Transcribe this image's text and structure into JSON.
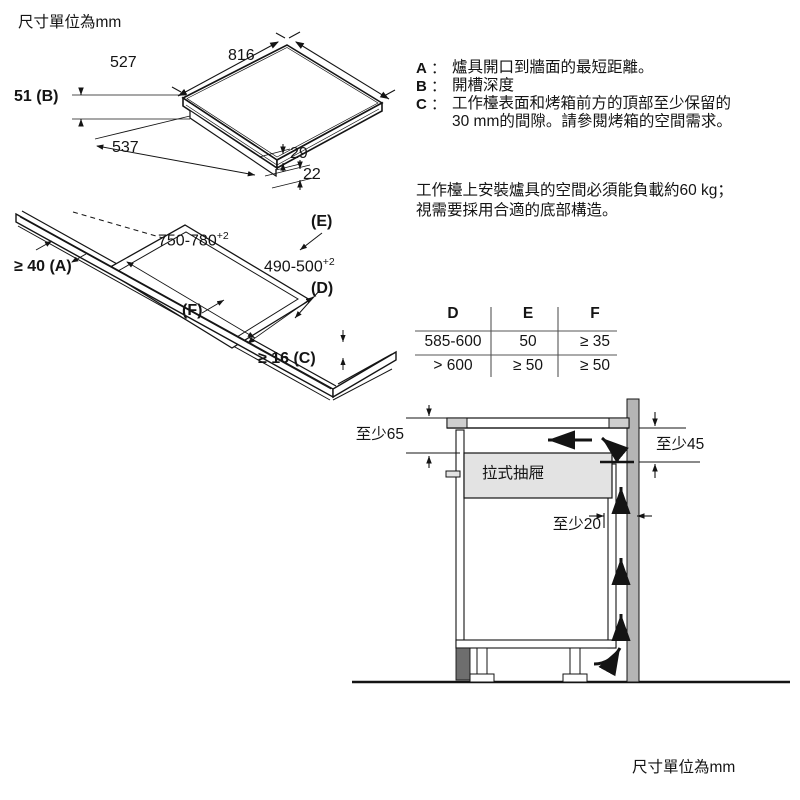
{
  "page": {
    "unit_note_top": "尺寸單位為mm",
    "unit_note_bottom": "尺寸單位為mm"
  },
  "hob_iso": {
    "width_label": "816",
    "depth_label": "527",
    "height_label": "51 (B)",
    "inner_depth_label": "537",
    "lip_29_label": "29",
    "lip_22_label": "22"
  },
  "cutout_iso": {
    "cutout_width": "750-780",
    "cutout_width_tol": "+2",
    "cutout_depth": "490-500",
    "cutout_depth_tol": "+2",
    "dist_a": "≥ 40 (A)",
    "dist_c": "≥ 16 (C)",
    "marker_d": "(D)",
    "marker_e": "(E)",
    "marker_f": "(F)"
  },
  "legend": {
    "items": [
      {
        "key": "A",
        "colon": "：",
        "lines": [
          "爐具開口到牆面的最短距離。"
        ]
      },
      {
        "key": "B",
        "colon": "：",
        "lines": [
          "開槽深度"
        ]
      },
      {
        "key": "C",
        "colon": "：",
        "lines": [
          "工作檯表面和烤箱前方的頂部至少保留的",
          "30 mm的間隙。請參閱烤箱的空間需求。"
        ]
      }
    ],
    "a_text": "爐具開口到牆面的最短距離。",
    "b_text": "開槽深度",
    "c_text_line1": "工作檯表面和烤箱前方的頂部至少保留的",
    "c_text_line2": "30 mm的間隙。請參閱烤箱的空間需求。"
  },
  "load_note": {
    "line1": "工作檯上安裝爐具的空間必須能負載約60 kg；",
    "line2": "視需要採用合適的底部構造。"
  },
  "table": {
    "headers": [
      "D",
      "E",
      "F"
    ],
    "rows": [
      [
        "585-600",
        "50",
        "≥ 35"
      ],
      [
        "> 600",
        "≥ 50",
        "≥ 50"
      ]
    ]
  },
  "cross_section": {
    "top_clearance": "至少65",
    "wall_clearance": "至少45",
    "rear_gap": "至少20",
    "drawer_label": "拉式抽屜"
  },
  "colors": {
    "line": "#141414",
    "fill_light": "#e3e3e3",
    "fill_mid": "#b5b5b5",
    "fill_dark": "#6e6e6e",
    "text": "#141414"
  }
}
